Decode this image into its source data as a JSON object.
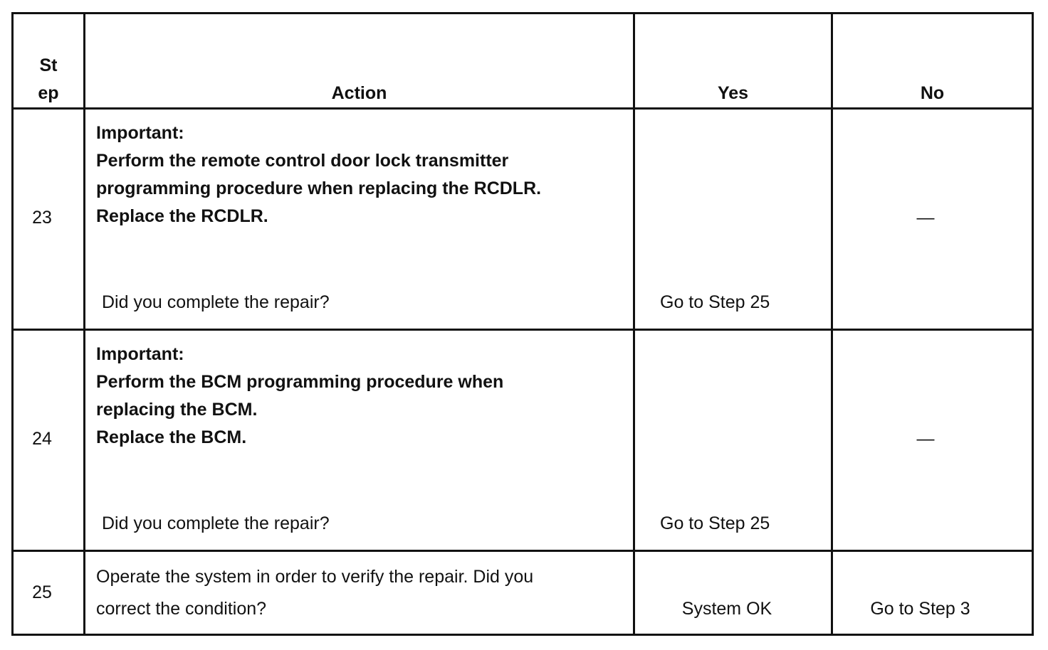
{
  "header": {
    "step_line1": "St",
    "step_line2": "ep",
    "action": "Action",
    "yes": "Yes",
    "no": "No"
  },
  "rows": [
    {
      "step": "23",
      "important_label": "Important:",
      "action_lines": [
        "Perform the remote control door lock transmitter",
        "programming procedure when replacing the RCDLR.",
        "Replace the RCDLR."
      ],
      "question": "Did you complete the repair?",
      "yes": "Go to Step 25",
      "no": "—"
    },
    {
      "step": "24",
      "important_label": "Important:",
      "action_lines": [
        "Perform the BCM programming procedure when",
        "replacing the BCM.",
        "Replace the BCM."
      ],
      "question": "Did you complete the repair?",
      "yes": "Go to Step 25",
      "no": "—"
    },
    {
      "step": "25",
      "action_lines": [
        "Operate the system in order to verify the repair. Did you",
        "correct the condition?"
      ],
      "yes": "System OK",
      "no": "Go to Step 3"
    }
  ]
}
